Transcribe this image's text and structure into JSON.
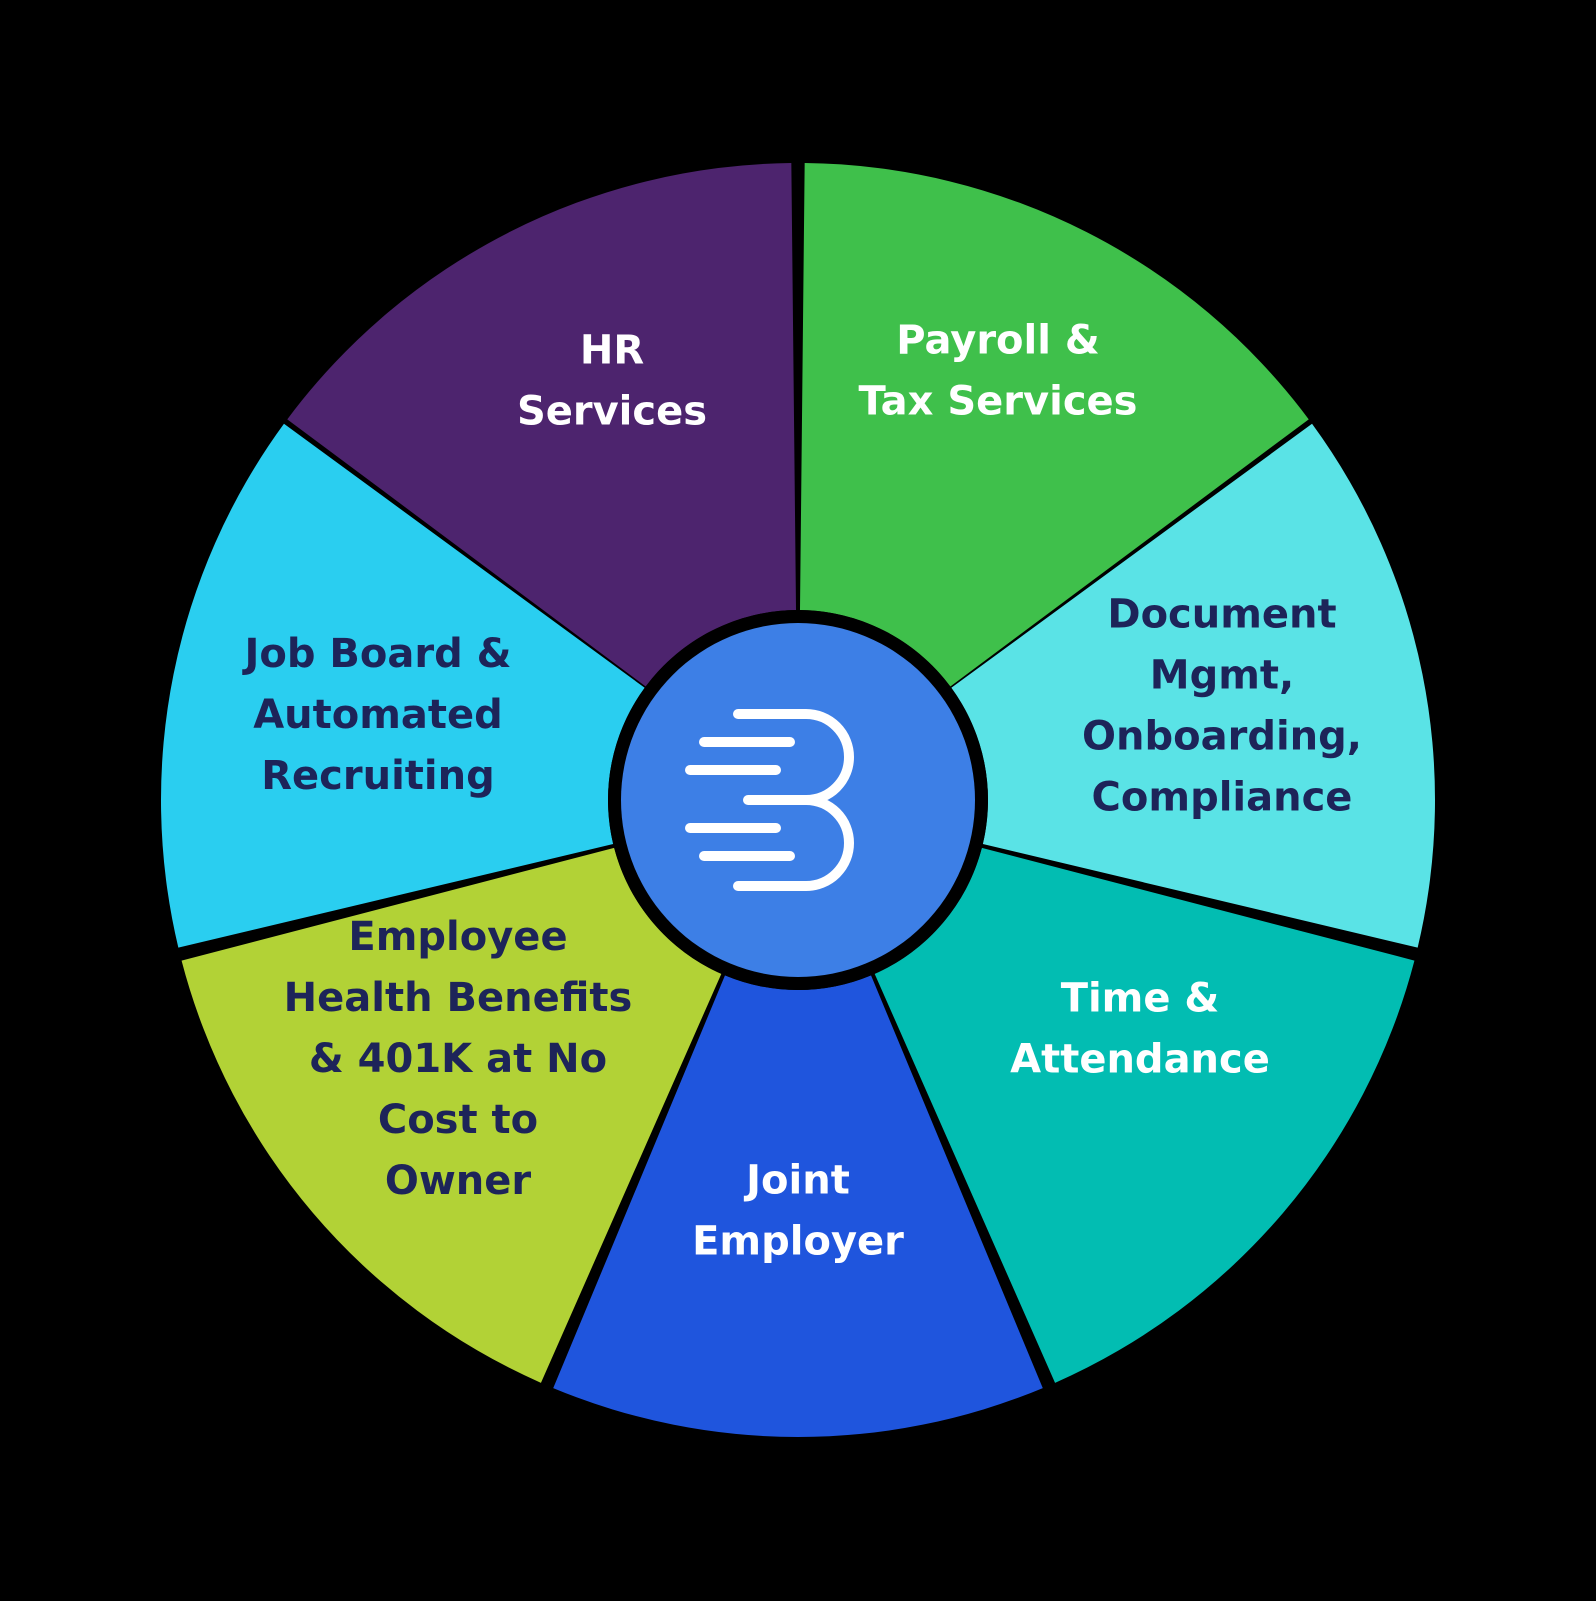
{
  "background": "#000000",
  "center_logo": {
    "icon": "b-letter-speed-lines-icon",
    "circle_color": "#3d7fe6",
    "stroke_color": "#ffffff"
  },
  "segments": [
    {
      "id": "hr-services",
      "lines": [
        "HR",
        "Services"
      ],
      "color": "#4d246e",
      "text_color": "#ffffff"
    },
    {
      "id": "payroll-tax-services",
      "lines": [
        "Payroll &",
        "Tax Services"
      ],
      "color": "#3fc04b",
      "text_color": "#ffffff"
    },
    {
      "id": "document-mgmt",
      "lines": [
        "Document",
        "Mgmt,",
        "Onboarding,",
        "Compliance"
      ],
      "color": "#5ae3e6",
      "text_color": "#1d2459"
    },
    {
      "id": "time-attendance",
      "lines": [
        "Time &",
        "Attendance"
      ],
      "color": "#02bdb2",
      "text_color": "#ffffff"
    },
    {
      "id": "joint-employer",
      "lines": [
        "Joint",
        "Employer"
      ],
      "color": "#1f55dd",
      "text_color": "#ffffff"
    },
    {
      "id": "employee-health-benefits",
      "lines": [
        "Employee",
        "Health Benefits",
        "& 401K at No",
        "Cost to",
        "Owner"
      ],
      "color": "#b2d236",
      "text_color": "#1d2459"
    },
    {
      "id": "job-board-recruiting",
      "lines": [
        "Job Board &",
        "Automated",
        "Recruiting"
      ],
      "color": "#2acef0",
      "text_color": "#1d2459"
    }
  ]
}
